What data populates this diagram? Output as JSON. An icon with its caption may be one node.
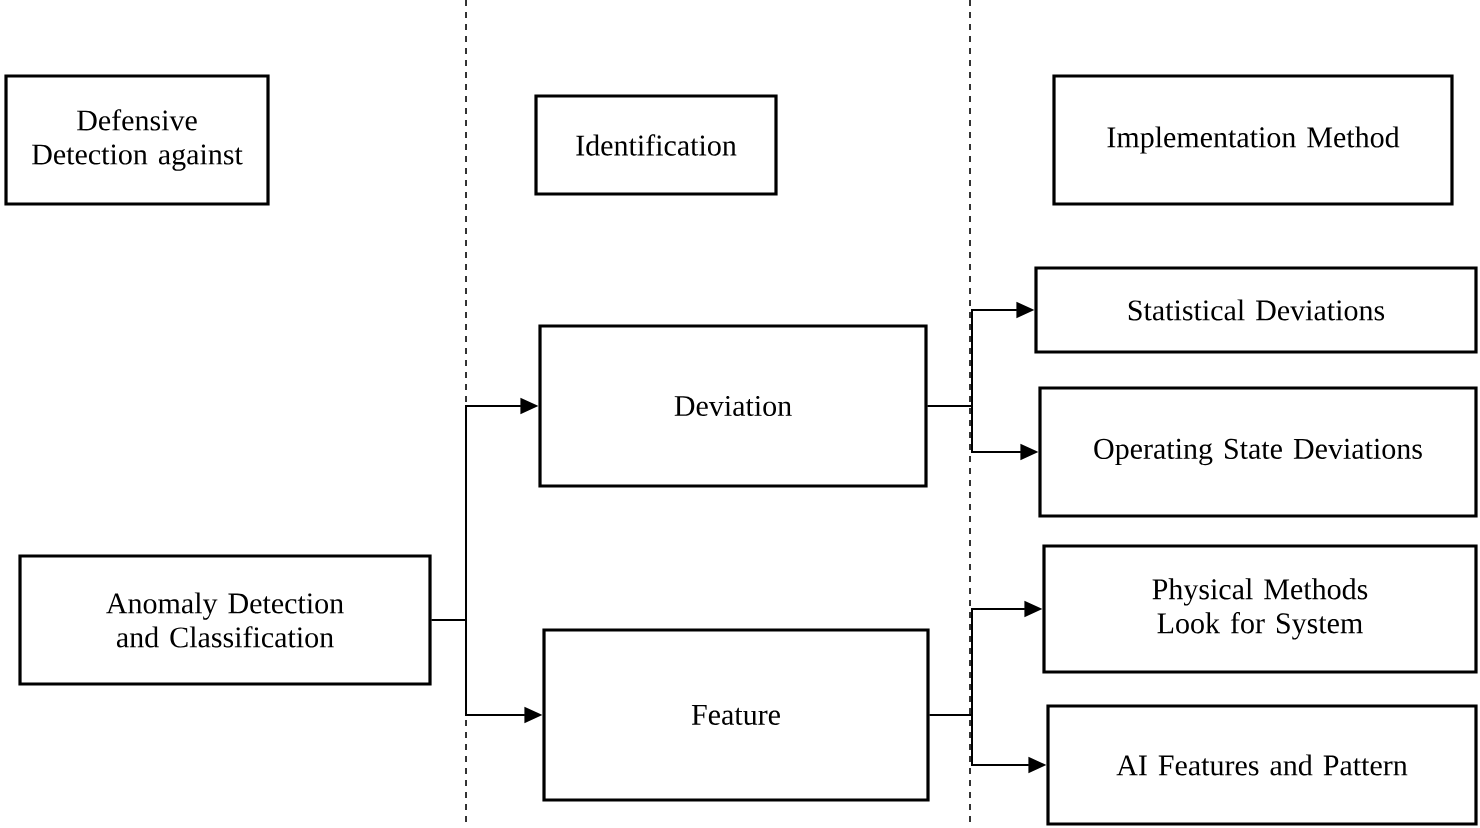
{
  "diagram": {
    "nodes": [
      {
        "text": [
          "Defensive Detection against"
        ]
      },
      {
        "text": [
          "Identification"
        ]
      },
      {
        "text": [
          "Implementation Method"
        ]
      },
      {
        "text": [
          "Anomaly Detection and Classification"
        ]
      },
      {
        "text": [
          "Deviation"
        ]
      },
      {
        "text": [
          "Feature"
        ]
      },
      {
        "text": [
          "Statistical Deviations"
        ]
      },
      {
        "text": [
          "Operating State Deviations"
        ]
      },
      {
        "text": [
          "Physical Methods Look for System"
        ]
      },
      {
        "text": [
          "AI Features and Pattern"
        ]
      }
    ],
    "edges": [
      {
        "from": 3,
        "to": 4,
        "arrow": "to"
      },
      {
        "from": 3,
        "to": 5,
        "arrow": "to"
      },
      {
        "from": 4,
        "to": 6,
        "arrow": "to"
      },
      {
        "from": 4,
        "to": 7,
        "arrow": "to"
      },
      {
        "from": 5,
        "to": 8,
        "arrow": "to"
      },
      {
        "from": 5,
        "to": 9,
        "arrow": "to"
      }
    ]
  }
}
